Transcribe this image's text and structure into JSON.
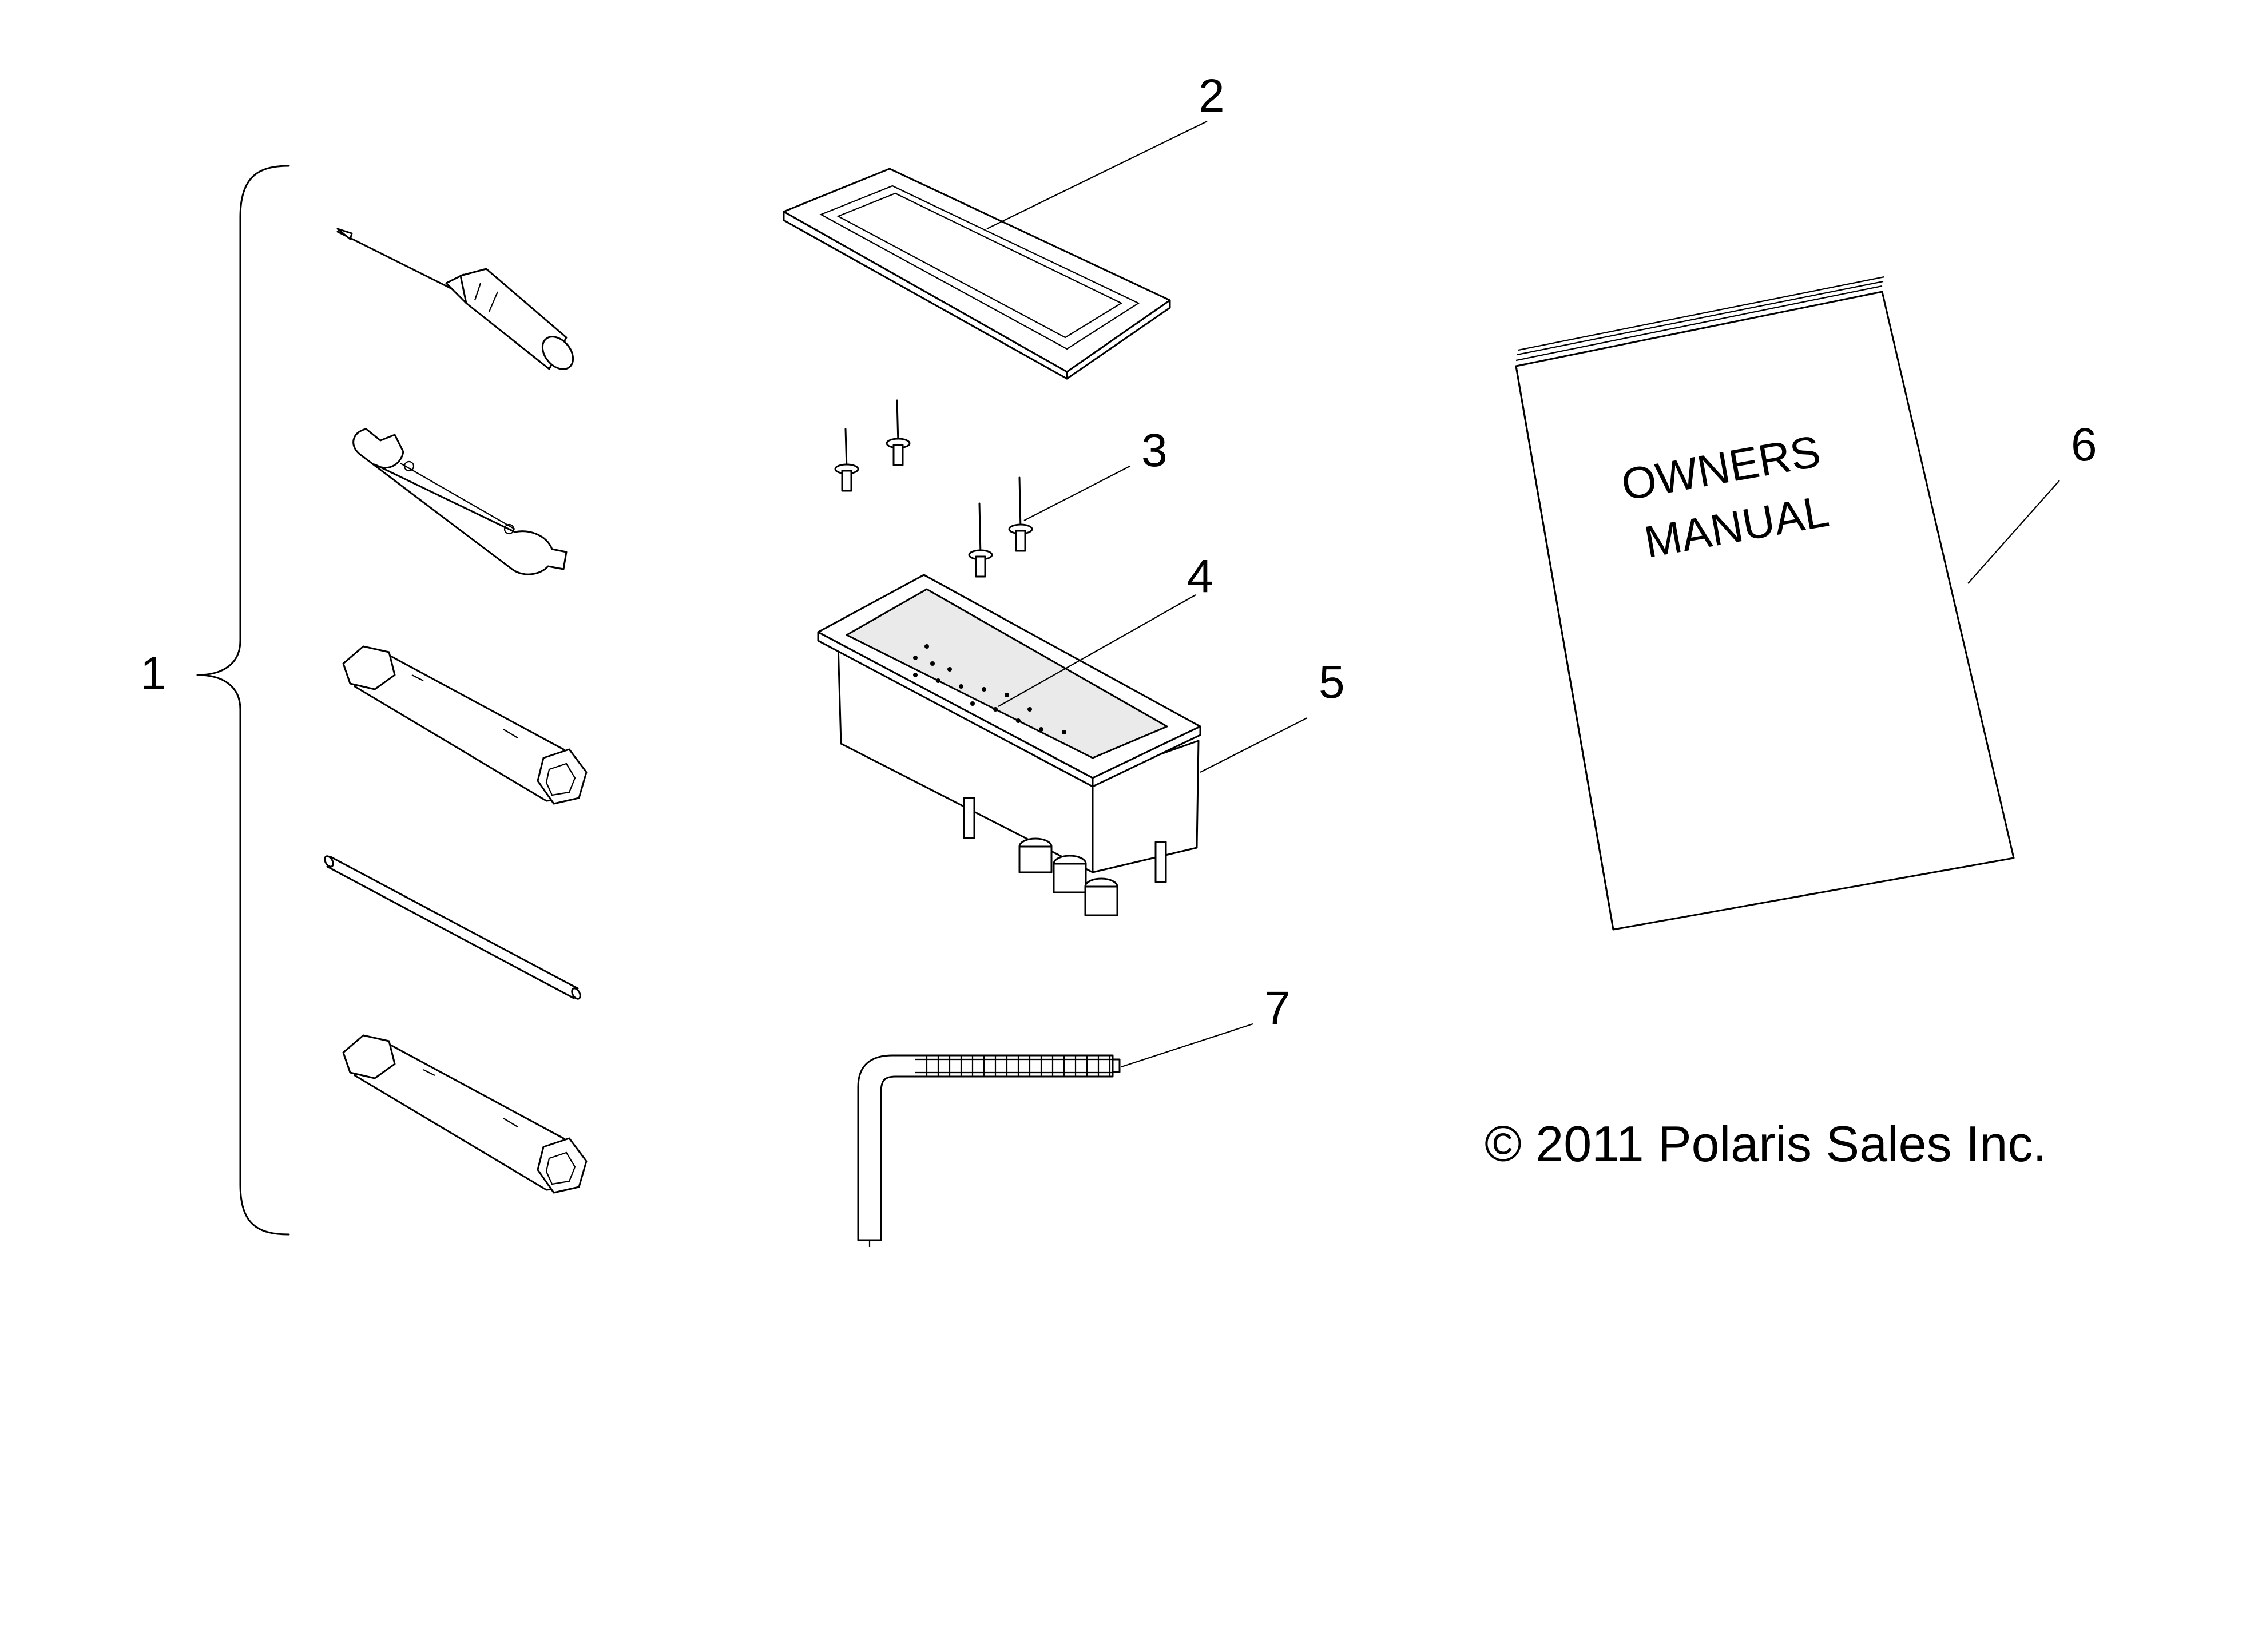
{
  "callouts": {
    "c1": "1",
    "c2": "2",
    "c3": "3",
    "c4": "4",
    "c5": "5",
    "c6": "6",
    "c7": "7"
  },
  "manual": {
    "line1": "OWNERS",
    "line2": "MANUAL"
  },
  "copyright": "© 2011 Polaris Sales Inc."
}
